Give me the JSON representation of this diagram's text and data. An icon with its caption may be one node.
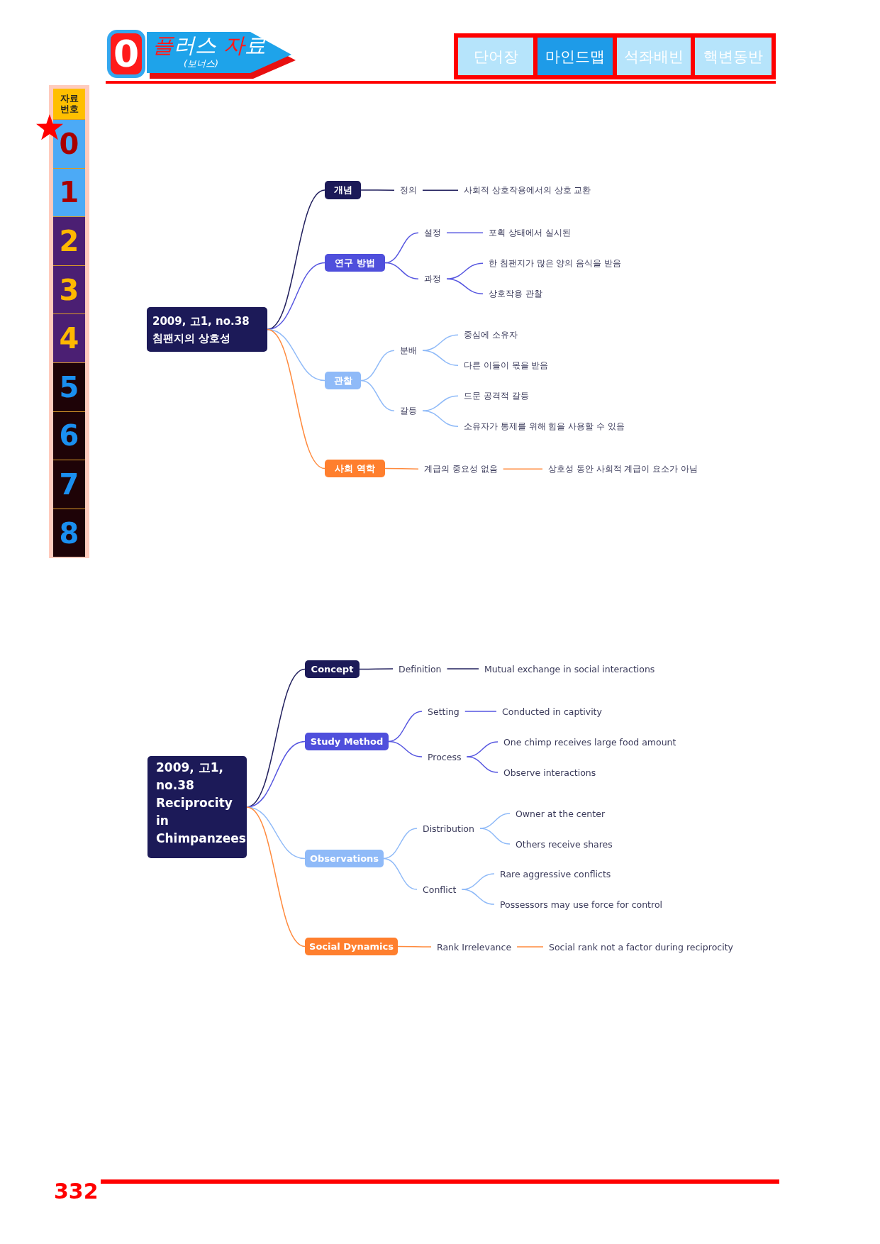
{
  "diagram": {
    "nodes": [
      {
        "text": [
          "0"
        ]
      },
      {
        "text": [
          "플러스 자료",
          "(보너스)"
        ]
      },
      {
        "text": [],
        "shape": "box"
      },
      {
        "text": [
          "단어장"
        ],
        "in": 2
      },
      {
        "text": [
          "마인드맵"
        ],
        "in": 2
      },
      {
        "text": [
          "석좌배빈"
        ],
        "in": 2
      },
      {
        "text": [
          "핵변동반"
        ],
        "in": 2
      },
      {
        "text": [],
        "shape": "box"
      },
      {
        "text": [
          "자료 번호"
        ],
        "in": 7
      },
      {
        "text": [
          "0"
        ],
        "in": 7
      },
      {
        "text": [
          "1"
        ],
        "in": 7
      },
      {
        "text": [
          "2"
        ],
        "in": 7
      },
      {
        "text": [
          "3"
        ],
        "in": 7
      },
      {
        "text": [
          "4"
        ],
        "in": 7
      },
      {
        "text": [
          "5"
        ],
        "in": 7
      },
      {
        "text": [
          "6"
        ],
        "in": 7
      },
      {
        "text": [
          "7"
        ],
        "in": 7
      },
      {
        "text": [
          "8"
        ],
        "in": 7
      },
      {
        "text": [
          "2009, 고1, no.38 침팬지의 상호성"
        ]
      },
      {
        "text": [
          "개념"
        ]
      },
      {
        "text": [
          "정의"
        ]
      },
      {
        "text": [
          "사회적 상호작용에서의 상호 교환"
        ]
      },
      {
        "text": [
          "연구 방법"
        ]
      },
      {
        "text": [
          "설정"
        ]
      },
      {
        "text": [
          "포획 상태에서 실시된"
        ]
      },
      {
        "text": [
          "과정"
        ]
      },
      {
        "text": [
          "한 침팬지가 많은 양의 음식을 받음"
        ]
      },
      {
        "text": [
          "상호작용 관찰"
        ]
      },
      {
        "text": [
          "관찰"
        ]
      },
      {
        "text": [
          "분배"
        ]
      },
      {
        "text": [
          "중심에 소유자"
        ]
      },
      {
        "text": [
          "다른 이들이 몫을 받음"
        ]
      },
      {
        "text": [
          "갈등"
        ]
      },
      {
        "text": [
          "드문 공격적 갈등"
        ]
      },
      {
        "text": [
          "소유자가 통제를 위해 힘을 사용할 수 있음"
        ]
      },
      {
        "text": [
          "사회 역학"
        ]
      },
      {
        "text": [
          "계급의 중요성 없음"
        ]
      },
      {
        "text": [
          "상호성 동안 사회적 계급이 요소가 아님"
        ]
      },
      {
        "text": [
          "2009, 고1, no.38 Reciprocity in Chimpanzees"
        ]
      },
      {
        "text": [
          "Concept"
        ]
      },
      {
        "text": [
          "Definition"
        ]
      },
      {
        "text": [
          "Mutual exchange in social interactions"
        ]
      },
      {
        "text": [
          "Study Method"
        ]
      },
      {
        "text": [
          "Setting"
        ]
      },
      {
        "text": [
          "Conducted in captivity"
        ]
      },
      {
        "text": [
          "Process"
        ]
      },
      {
        "text": [
          "One chimp receives large food amount"
        ]
      },
      {
        "text": [
          "Observe interactions"
        ]
      },
      {
        "text": [
          "Observations"
        ]
      },
      {
        "text": [
          "Distribution"
        ]
      },
      {
        "text": [
          "Owner at the center"
        ]
      },
      {
        "text": [
          "Others receive shares"
        ]
      },
      {
        "text": [
          "Conflict"
        ]
      },
      {
        "text": [
          "Rare aggressive conflicts"
        ]
      },
      {
        "text": [
          "Possessors may use force for control"
        ]
      },
      {
        "text": [
          "Social Dynamics"
        ]
      },
      {
        "text": [
          "Rank Irrelevance"
        ]
      },
      {
        "text": [
          "Social rank not a factor during reciprocity"
        ]
      }
    ],
    "edges": [
      {
        "from": 18,
        "to": 19,
        "arrow": "none",
        "color": "#22205e"
      },
      {
        "from": 19,
        "to": 20,
        "arrow": "none",
        "color": "#22205e"
      },
      {
        "from": 20,
        "to": 21,
        "arrow": "none",
        "color": "#22205e"
      },
      {
        "from": 18,
        "to": 22,
        "arrow": "none",
        "color": "#5656e0"
      },
      {
        "from": 22,
        "to": 23,
        "arrow": "none",
        "color": "#5656e0"
      },
      {
        "from": 23,
        "to": 24,
        "arrow": "none",
        "color": "#5656e0"
      },
      {
        "from": 22,
        "to": 25,
        "arrow": "none",
        "color": "#5656e0"
      },
      {
        "from": 25,
        "to": 26,
        "arrow": "none",
        "color": "#5656e0"
      },
      {
        "from": 25,
        "to": 27,
        "arrow": "none",
        "color": "#5656e0"
      },
      {
        "from": 18,
        "to": 28,
        "arrow": "none",
        "color": "#8fbaf8"
      },
      {
        "from": 28,
        "to": 29,
        "arrow": "none",
        "color": "#8fbaf8"
      },
      {
        "from": 29,
        "to": 30,
        "arrow": "none",
        "color": "#8fbaf8"
      },
      {
        "from": 29,
        "to": 31,
        "arrow": "none",
        "color": "#8fbaf8"
      },
      {
        "from": 28,
        "to": 32,
        "arrow": "none",
        "color": "#8fbaf8"
      },
      {
        "from": 32,
        "to": 33,
        "arrow": "none",
        "color": "#8fbaf8"
      },
      {
        "from": 32,
        "to": 34,
        "arrow": "none",
        "color": "#8fbaf8"
      },
      {
        "from": 18,
        "to": 35,
        "arrow": "none",
        "color": "#ff8a3d"
      },
      {
        "from": 35,
        "to": 36,
        "arrow": "none",
        "color": "#ff8a3d"
      },
      {
        "from": 36,
        "to": 37,
        "arrow": "none",
        "color": "#ff8a3d"
      },
      {
        "from": 38,
        "to": 39,
        "arrow": "none",
        "color": "#22205e"
      },
      {
        "from": 39,
        "to": 40,
        "arrow": "none",
        "color": "#22205e"
      },
      {
        "from": 40,
        "to": 41,
        "arrow": "none",
        "color": "#22205e"
      },
      {
        "from": 38,
        "to": 42,
        "arrow": "none",
        "color": "#5656e0"
      },
      {
        "from": 42,
        "to": 43,
        "arrow": "none",
        "color": "#5656e0"
      },
      {
        "from": 43,
        "to": 44,
        "arrow": "none",
        "color": "#5656e0"
      },
      {
        "from": 42,
        "to": 45,
        "arrow": "none",
        "color": "#5656e0"
      },
      {
        "from": 45,
        "to": 46,
        "arrow": "none",
        "color": "#5656e0"
      },
      {
        "from": 45,
        "to": 47,
        "arrow": "none",
        "color": "#5656e0"
      },
      {
        "from": 38,
        "to": 48,
        "arrow": "none",
        "color": "#8fbaf8"
      },
      {
        "from": 48,
        "to": 49,
        "arrow": "none",
        "color": "#8fbaf8"
      },
      {
        "from": 49,
        "to": 50,
        "arrow": "none",
        "color": "#8fbaf8"
      },
      {
        "from": 49,
        "to": 51,
        "arrow": "none",
        "color": "#8fbaf8"
      },
      {
        "from": 48,
        "to": 52,
        "arrow": "none",
        "color": "#8fbaf8"
      },
      {
        "from": 52,
        "to": 53,
        "arrow": "none",
        "color": "#8fbaf8"
      },
      {
        "from": 52,
        "to": 54,
        "arrow": "none",
        "color": "#8fbaf8"
      },
      {
        "from": 38,
        "to": 55,
        "arrow": "none",
        "color": "#ff8a3d"
      },
      {
        "from": 55,
        "to": 56,
        "arrow": "none",
        "color": "#ff8a3d"
      },
      {
        "from": 56,
        "to": 57,
        "arrow": "none",
        "color": "#ff8a3d"
      }
    ],
    "labels": [
      "332"
    ]
  }
}
